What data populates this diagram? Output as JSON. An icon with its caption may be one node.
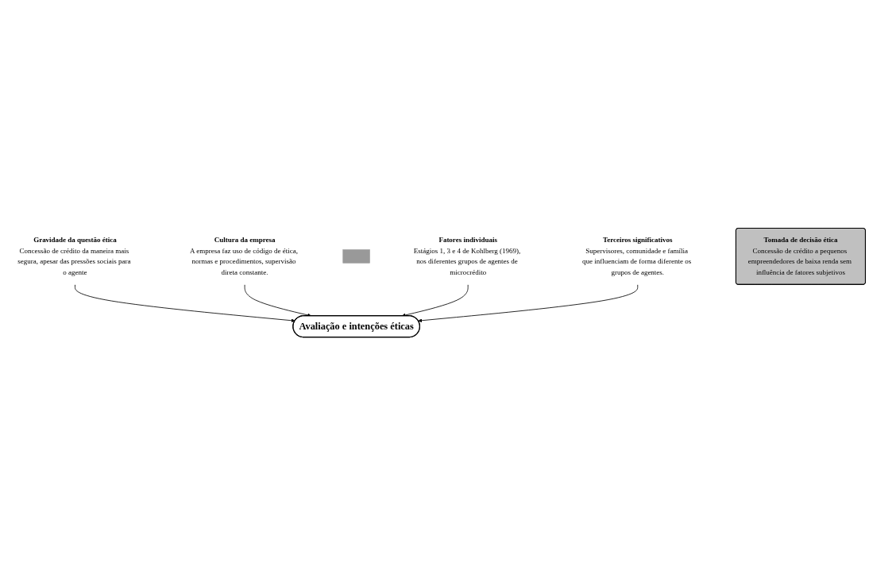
{
  "diagram": {
    "nodes": [
      {
        "text": [
          "Gravidade da questão ética",
          "Concessão de crédito da maneira mais segura, apesar das pressões sociais para o agente"
        ]
      },
      {
        "text": [
          "Cultura da empresa",
          "A empresa faz uso de código de ética, normas e procedimentos, supervisão direta constante."
        ]
      },
      {
        "text": [
          "Avaliação e intenções éticas"
        ]
      },
      {
        "text": [],
        "shape": "bar"
      },
      {
        "text": [
          "Fatores individuais",
          "Estágios 1, 3 e 4 de Kohlberg (1969), nos diferentes grupos de agentes de microcrédito"
        ]
      },
      {
        "text": [
          "Terceiros significativos",
          "Supervisores, comunidade e família que influenciam de forma diferente os grupos de agentes."
        ]
      },
      {
        "text": [
          "Tomada de decisão ética",
          "Concessão de crédito a pequenos empreendedores de baixa renda sem influência de fatores subjetivos"
        ]
      }
    ],
    "edges": [
      {
        "from": 0,
        "to": 2,
        "arrow": "to"
      },
      {
        "from": 1,
        "to": 2,
        "arrow": "to"
      },
      {
        "from": 4,
        "to": 2,
        "arrow": "to"
      },
      {
        "from": 5,
        "to": 2,
        "arrow": "to"
      }
    ]
  }
}
